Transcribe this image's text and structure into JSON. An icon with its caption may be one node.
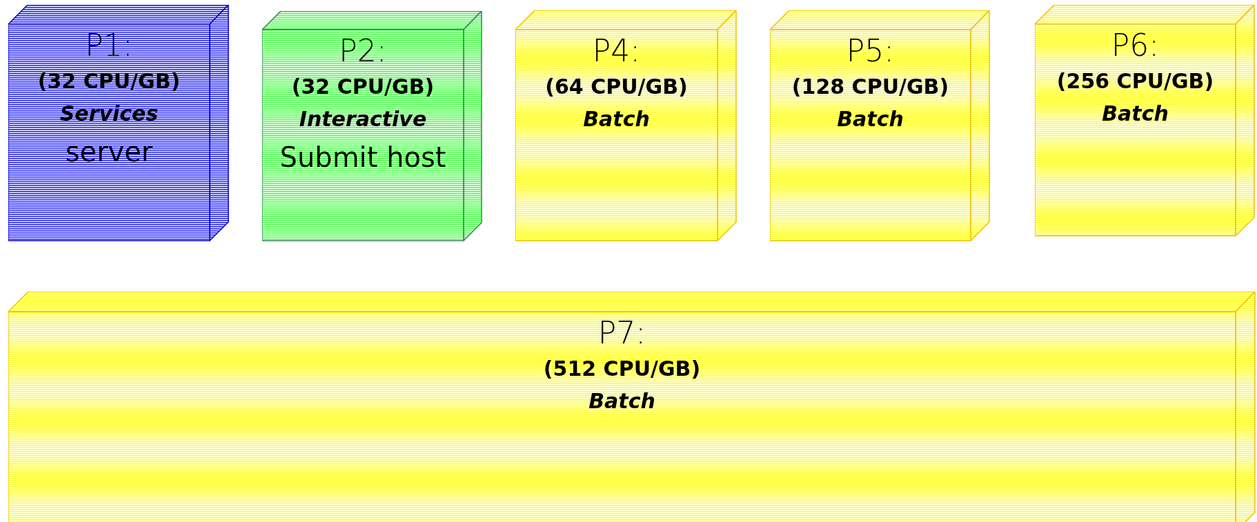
{
  "diagram": {
    "nodes": [
      {
        "text": [
          "P1:",
          "(32 CPU/GB)",
          "Services",
          "server"
        ]
      },
      {
        "text": [
          "P2:",
          "(32 CPU/GB)",
          "Interactive",
          "Submit host"
        ]
      },
      {
        "text": [
          "P4:",
          "(64 CPU/GB)",
          "Batch"
        ]
      },
      {
        "text": [
          "P5:",
          "(128 CPU/GB)",
          "Batch"
        ]
      },
      {
        "text": [
          "P6:",
          "(256 CPU/GB)",
          "Batch"
        ]
      },
      {
        "text": [
          "P7:",
          "(512 CPU/GB)",
          "Batch"
        ]
      }
    ]
  }
}
